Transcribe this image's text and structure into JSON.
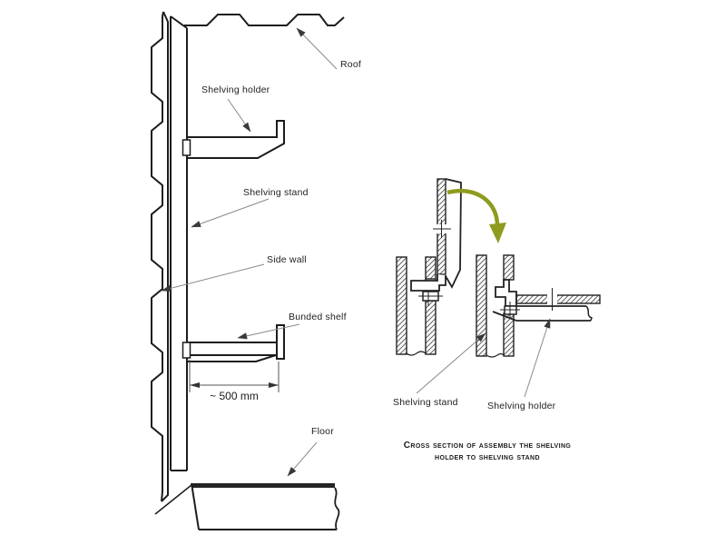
{
  "title": "Shelving assembly technical diagram",
  "colors": {
    "line": "#1c1c1c",
    "leader": "#8a8a8a",
    "accent_arrow": "#8e9b1f",
    "background": "#ffffff"
  },
  "left_view": {
    "labels": {
      "roof": "Roof",
      "shelving_holder": "Shelving holder",
      "shelving_stand": "Shelving stand",
      "side_wall": "Side wall",
      "bunded_shelf": "Bunded shelf",
      "floor": "Floor"
    },
    "dimension": "~ 500 mm"
  },
  "detail_view": {
    "labels": {
      "shelving_stand": "Shelving stand",
      "shelving_holder": "Shelving holder"
    },
    "caption_line1": "Cross section of assembly the shelving",
    "caption_line2": "holder to shelving stand",
    "icons": {
      "insert_direction_arrow": "curved-down-arrow"
    }
  }
}
